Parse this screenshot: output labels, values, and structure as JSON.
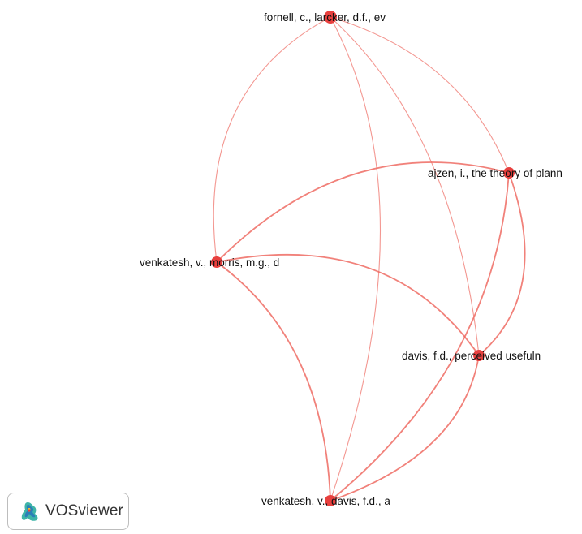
{
  "network": {
    "link_color": "#ee6b63",
    "node_color": "#e8403e",
    "nodes": [
      {
        "id": "fornell",
        "label": "fornell, c., larcker, d.f., ev"
      },
      {
        "id": "ajzen",
        "label": "ajzen, i., the theory of plann"
      },
      {
        "id": "venkatesh_morris",
        "label": "venkatesh, v., morris, m.g., d"
      },
      {
        "id": "davis",
        "label": "davis, f.d., perceived usefuln"
      },
      {
        "id": "venkatesh_davis",
        "label": "venkatesh, v., davis, f.d., a"
      }
    ],
    "links": [
      {
        "source": "fornell",
        "target": "venkatesh_morris",
        "strength": "weak"
      },
      {
        "source": "fornell",
        "target": "ajzen",
        "strength": "weak"
      },
      {
        "source": "fornell",
        "target": "davis",
        "strength": "weak"
      },
      {
        "source": "fornell",
        "target": "venkatesh_davis",
        "strength": "weak"
      },
      {
        "source": "venkatesh_morris",
        "target": "ajzen",
        "strength": "strong"
      },
      {
        "source": "venkatesh_morris",
        "target": "davis",
        "strength": "strong"
      },
      {
        "source": "venkatesh_morris",
        "target": "venkatesh_davis",
        "strength": "strong"
      },
      {
        "source": "ajzen",
        "target": "davis",
        "strength": "strong"
      },
      {
        "source": "ajzen",
        "target": "venkatesh_davis",
        "strength": "strong"
      },
      {
        "source": "davis",
        "target": "venkatesh_davis",
        "strength": "strong"
      }
    ]
  },
  "logo": {
    "text": "VOSviewer",
    "icon": "vosviewer-logo-icon"
  }
}
